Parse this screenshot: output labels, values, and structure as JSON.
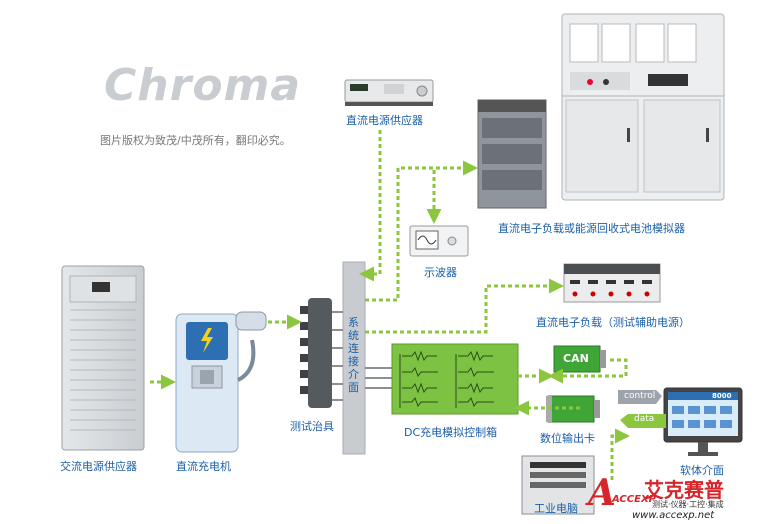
{
  "brand": {
    "logo": "Chroma",
    "copyright": "图片版权为致茂/中茂所有，翻印必究。"
  },
  "labels": {
    "dc_supply": "直流电源供应器",
    "dc_load_battery": "直流电子负载或能源回收式电池模拟器",
    "oscilloscope": "示波器",
    "dc_load_aux": "直流电子负载（测试辅助电源）",
    "ac_supply": "交流电源供应器",
    "dc_charger": "直流充电机",
    "test_fixture": "测试治具",
    "interface_vertical": "系统连接介面",
    "dc_sim_box": "DC充电模拟控制箱",
    "can": "CAN",
    "digital_output": "数位输出卡",
    "software": "软体介面",
    "control": "control",
    "data": "data",
    "industrial_pc": "工业电脑",
    "software_screen_title": "8000"
  },
  "watermark": {
    "brand_cn": "艾克赛普",
    "brand_en": "ACCEXP",
    "slogan": "测试·仪器·工控·集成",
    "url": "www.accexp.net"
  },
  "colors": {
    "label_blue": "#1a5fa8",
    "arrow_green": "#8cc63f",
    "box_green": "#6cbf2a",
    "watermark_red": "#d7262b"
  }
}
